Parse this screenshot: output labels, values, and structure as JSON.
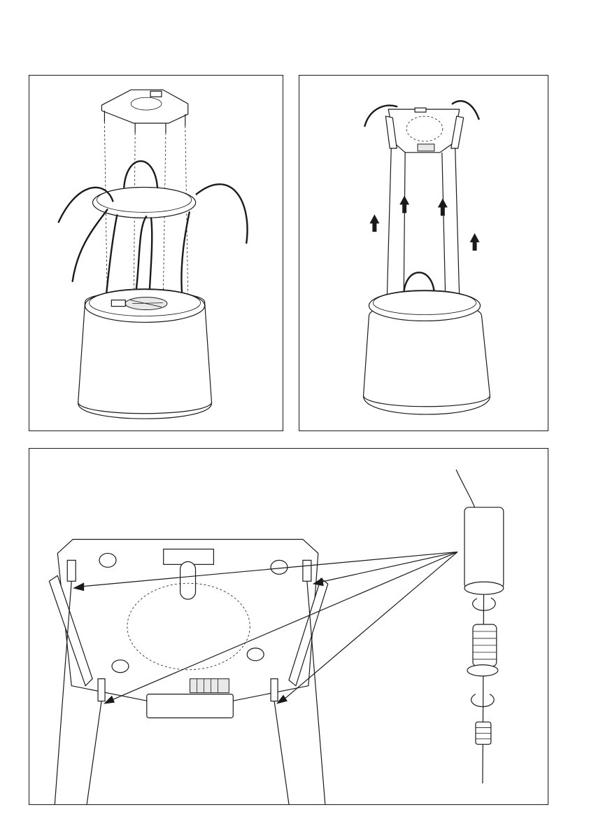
{
  "figure": {
    "panels": [
      {
        "id": "a",
        "step": "lower-ring-wires-and-mounting-plate"
      },
      {
        "id": "b",
        "step": "lift-mounting-plate-upwards"
      },
      {
        "id": "c",
        "step": "detail-suspension-cable-fixing"
      }
    ],
    "icons": {
      "arrow": "up-arrow-icon",
      "rotate": "rotate-arrow-icon"
    },
    "colors": {
      "line": "#1a1a1a",
      "background": "#ffffff"
    }
  }
}
